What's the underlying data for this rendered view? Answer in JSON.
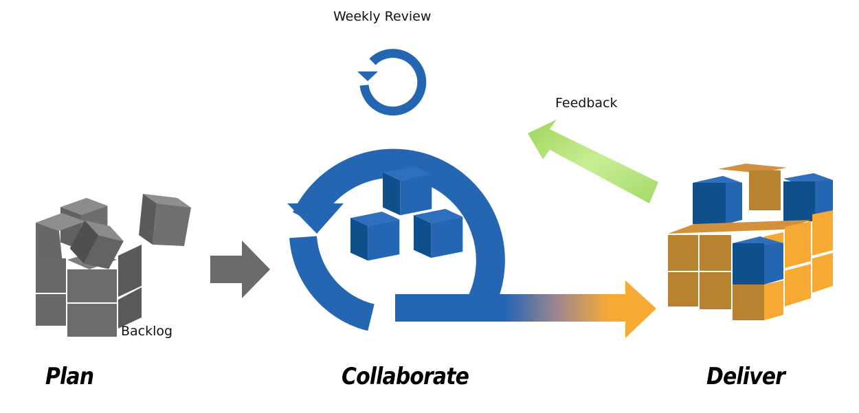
{
  "title": "Agile process: Plan, Collaborate, Deliver",
  "labels": {
    "weekly_review": "Weekly Review",
    "feedback": "Feedback",
    "backlog": "Backlog"
  },
  "phases": [
    {
      "id": "plan",
      "label": "Plan"
    },
    {
      "id": "collaborate",
      "label": "Collaborate"
    },
    {
      "id": "deliver",
      "label": "Deliver"
    }
  ],
  "colors": {
    "blue": "#2566b2",
    "blue_dark": "#0f4f8c",
    "gray": "#6b6b6b",
    "orange": "#f7aa33",
    "orange_dark": "#b8832f",
    "green": "#a9dd6a"
  },
  "icons": {
    "backlog_cubes": "cube-stack-icon",
    "plan_arrow": "arrow-right-icon",
    "review_cycle": "cycle-arrow-icon",
    "sprint_cycle": "cycle-arrow-icon",
    "deliver_arrow": "arrow-right-icon",
    "feedback_arrow": "arrow-up-left-icon",
    "product_cubes": "cube-stack-icon"
  }
}
